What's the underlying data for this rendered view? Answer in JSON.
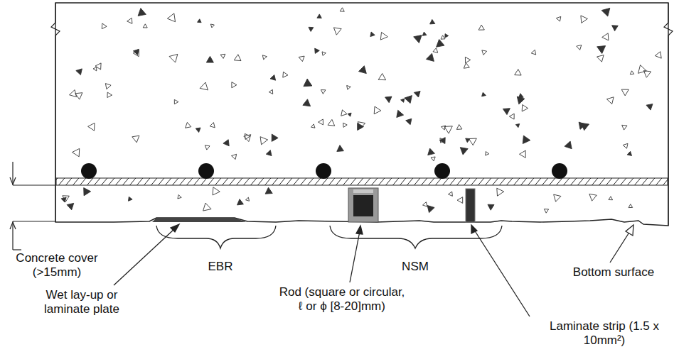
{
  "diagram": {
    "labels": [
      "Concrete cover (>15mm)",
      "EBR",
      "NSM",
      "Bottom surface",
      "Wet lay-up or laminate plate",
      "Rod (square or circular, ℓ or ϕ [8-20]mm)",
      "Laminate strip (1.5 x 10mm²)"
    ]
  }
}
